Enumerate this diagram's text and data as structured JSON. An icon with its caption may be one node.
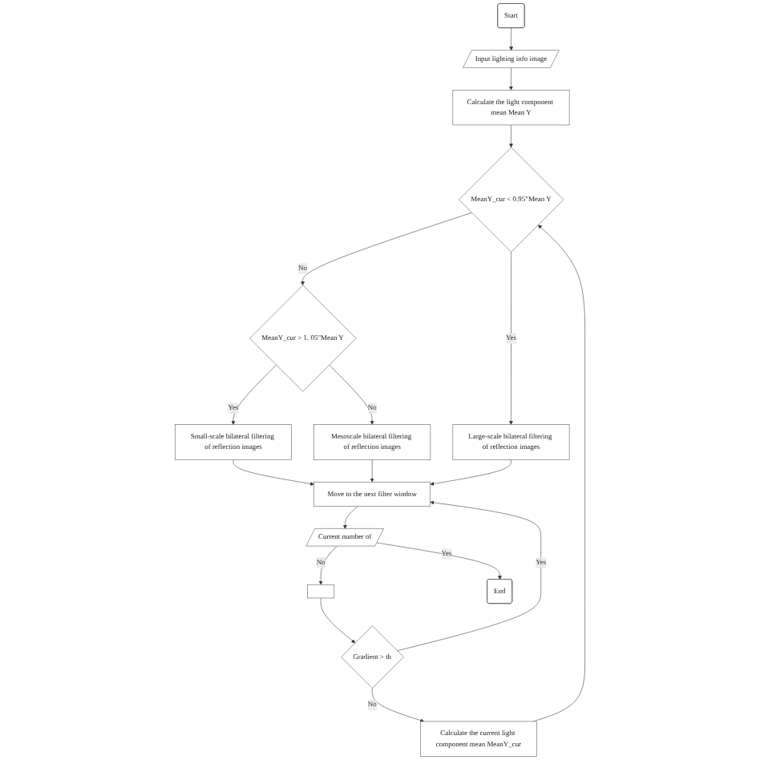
{
  "diagram": {
    "nodes": [
      {
        "text": [
          "Start"
        ]
      },
      {
        "text": [],
        "shape": "box"
      },
      {
        "text": [
          "Input lighting info image"
        ]
      },
      {
        "text": [
          "Gradient > th"
        ]
      },
      {
        "text": [
          "Calculate the light component mean Mean Y"
        ]
      },
      {
        "text": [
          "Calculate the current light component mean MeanY_cur"
        ]
      },
      {
        "text": [
          "MeanY_cur < 0.95\"Mean Y"
        ]
      },
      {
        "text": [
          "MeanY_cur > 1. 05\"Mean Y"
        ]
      },
      {
        "text": [
          "Small-scale bilateral filtering of reflection images"
        ]
      },
      {
        "text": [
          "Mesoscale bilateral filtering of reflection images"
        ]
      },
      {
        "text": [
          "Large-scale bilateral filtering of reflection images"
        ]
      },
      {
        "text": [
          "Move to the next filter window"
        ]
      },
      {
        "text": [
          "End"
        ]
      },
      {
        "text": [
          "Current number of"
        ]
      }
    ],
    "edges": [
      {
        "from": 0,
        "to": 2,
        "arrow": "to"
      },
      {
        "from": 1,
        "to": 3,
        "arrow": "to"
      },
      {
        "from": 2,
        "to": 4,
        "arrow": "to"
      },
      {
        "from": 3,
        "to": 5,
        "label": "No",
        "arrow": "to"
      },
      {
        "from": 3,
        "to": 11,
        "label": "Yes",
        "arrow": "to"
      },
      {
        "from": 4,
        "to": 6,
        "arrow": "to"
      },
      {
        "from": 5,
        "to": 6,
        "arrow": "to"
      },
      {
        "from": 6,
        "to": 7,
        "label": "No",
        "arrow": "to"
      },
      {
        "from": 6,
        "to": 10,
        "label": "Yes",
        "arrow": "to"
      },
      {
        "from": 7,
        "to": 8,
        "label": "Yes",
        "arrow": "to"
      },
      {
        "from": 7,
        "to": 9,
        "label": "No",
        "arrow": "to"
      },
      {
        "from": 8,
        "to": 11,
        "arrow": "to"
      },
      {
        "from": 9,
        "to": 11,
        "arrow": "to"
      },
      {
        "from": 10,
        "to": 11,
        "arrow": "to"
      },
      {
        "from": 11,
        "to": 13,
        "arrow": "to"
      },
      {
        "from": 13,
        "to": 12,
        "label": "Yes",
        "arrow": "to"
      },
      {
        "from": 13,
        "to": 1,
        "label": "No",
        "arrow": "to"
      }
    ]
  }
}
